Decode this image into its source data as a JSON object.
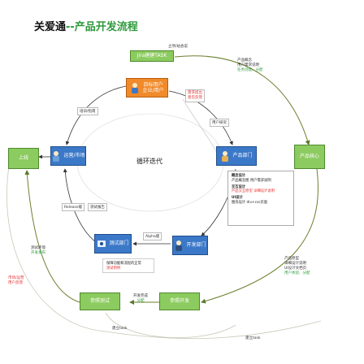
{
  "title": {
    "main": "关爱通",
    "sub": "--产品开发流程"
  },
  "center_label": "循环迭代",
  "nodes": {
    "jira": "Jira建建TASK",
    "product_core": "产品核心",
    "target_user": "目标用户\n企业/用户",
    "product_dept": "产品部门",
    "ops_market": "运营/市场",
    "launch": "上线",
    "test_dept": "测试部门",
    "dev_dept": "开发部门",
    "dev_work": "参照开发",
    "test_work": "参照测试"
  },
  "labels": {
    "jira_note": "立项/站会说",
    "core_note": [
      "产品概念",
      "用户需求说明",
      "任务创建、分配"
    ],
    "demand_feedback": [
      "需求提出",
      "意见反馈"
    ],
    "user_research": "用户研究",
    "training": "培训/指南",
    "release": "Release版",
    "test_report": "测试报告",
    "alpha": "Alpha版",
    "qa_note": [
      "保障功能和流程的正常",
      "测试用例"
    ],
    "test_result": [
      "测试环境",
      "开发发布"
    ],
    "market_feedback": [
      "市场/运营",
      "用户反馈"
    ],
    "dev_finish": [
      "开发完成",
      "分配"
    ],
    "make_task_left": "建立task",
    "make_task_right": "建立task",
    "spec_note": [
      "产品原型",
      "详细设计说明",
      "UI设计文档页",
      "用户体验、分配"
    ]
  },
  "design_note": {
    "concept_title": "概念设计",
    "concept_body": "产品概念图  用户需求说明",
    "interaction_title": "交互设计",
    "interaction_body": "产品交互原型  详细设计说明",
    "ui_title": "UI设计",
    "ui_body": "图形设计   div+css页面"
  },
  "colors": {
    "green": "#8ccb5f",
    "blue": "#3b78c8",
    "orange": "#f08a2a",
    "accent_green": "#2e9a3c",
    "red": "#e53030"
  }
}
